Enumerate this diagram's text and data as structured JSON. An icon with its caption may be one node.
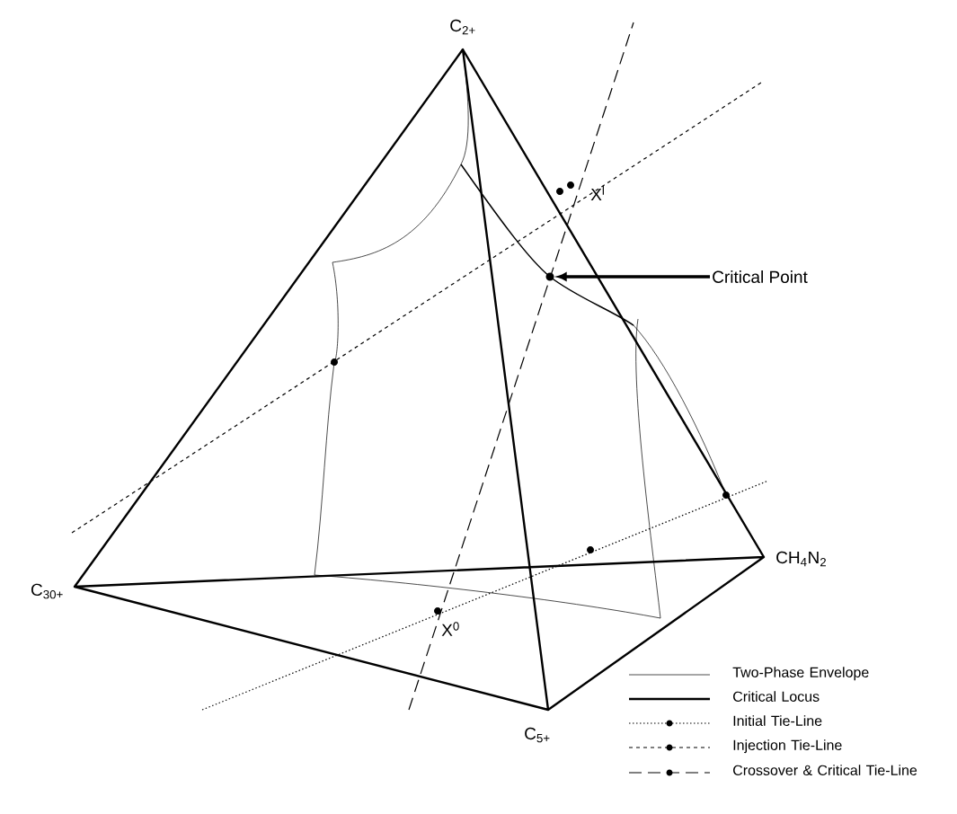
{
  "diagram": {
    "nodes": [
      {
        "text": [
          "Critical Point"
        ]
      },
      {
        "text": [],
        "shape": "circle"
      }
    ],
    "edges": [
      {
        "from": 0,
        "to": 1,
        "arrow": "to"
      }
    ],
    "labels": [
      "C$_{2+}$",
      "X$^{l}$",
      "CH$_{4}$N$_{2}$",
      "C$_{30+}$",
      "X$^{0}$",
      "C$_{5+}$"
    ],
    "legend": [
      {
        "text": "Two-Phase Envelope"
      },
      {
        "text": "Critical Locus"
      },
      {
        "text": "Initial Tie-Line"
      },
      {
        "text": "Injection Tie-Line"
      },
      {
        "text": "Crossover & Critical Tie-Line"
      }
    ]
  }
}
